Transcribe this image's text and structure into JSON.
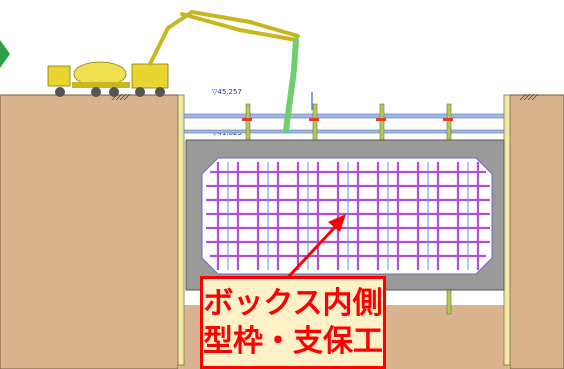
{
  "diagram": {
    "levels": {
      "upper": "▽45.257",
      "lower": "▽41.623"
    },
    "callout": {
      "line1": "ボックス内側",
      "line2": "型枠・支保工"
    },
    "colors": {
      "soil": "#d9b48f",
      "concrete_wall": "#9a9a9a",
      "rebar": "#b04fd8",
      "support": "#b5c95a",
      "pump_truck": "#e8d530",
      "pump_hose": "#6fcf6f",
      "callout_text": "#ff0000",
      "callout_bg": "#fff1c7",
      "arrow": "#ff0000"
    }
  }
}
